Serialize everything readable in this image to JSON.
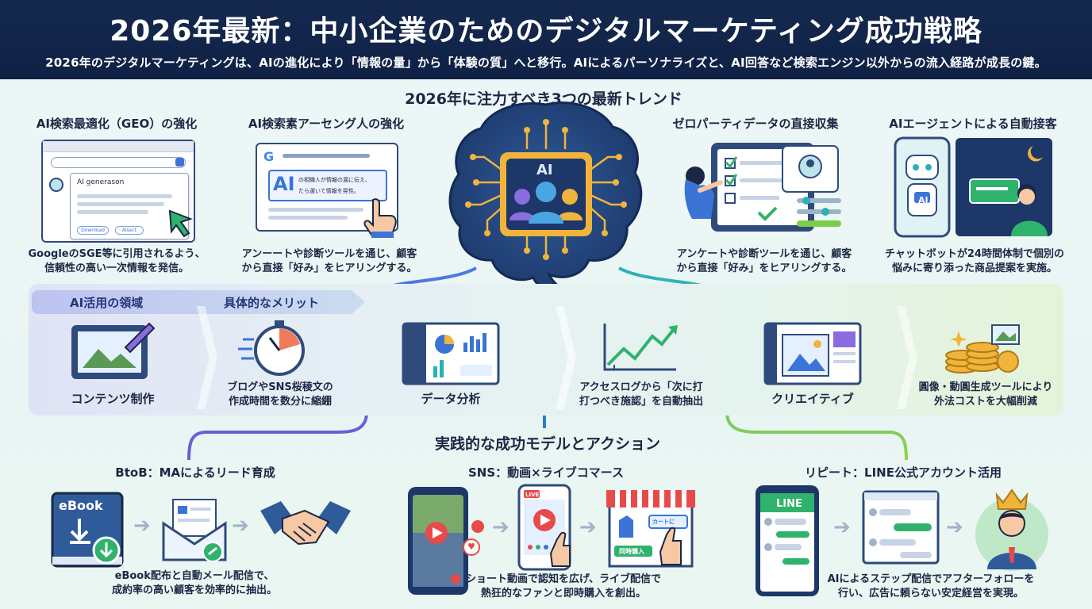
{
  "header": {
    "title": "2026年最新：中小企業のためのデジタルマーケティング成功戦略",
    "subtitle": "2026年のデジタルマーケティングは、AIの進化により「情報の量」から「体験の質」へと移行。AIによるパーソナライズと、AI回答など検索エンジン以外からの流入経路が成長の鍵。"
  },
  "trends": {
    "title": "2026年に注力すべき3つの最新トレンド",
    "items": [
      {
        "label": "AI検索最適化（GEO）の強化",
        "desc1": "GoogleのSGE等に引用されるよう、",
        "desc2": "信頼性の高い一次情報を発信。",
        "ui_text": "AI generason",
        "btn1": "Download",
        "btn2": "Alsect"
      },
      {
        "label": "AI検索素アーセング人の強化",
        "desc1": "アンーートや診断ツールを通じ、顧客",
        "desc2": "から直接「好み」をヒアリングする。",
        "ui_text1": "の相職人が情報の漏に伝え、",
        "ui_text2": "たら選いて情報を晃性。",
        "ai": "AI"
      },
      {
        "label": "ゼロパーティデータの直接収集",
        "desc1": "アンケートや診断ツールを通じ、顧客",
        "desc2": "から直接「好み」をヒアリングする。"
      },
      {
        "label": "AIエージェントによる自動接客",
        "desc1": "チャットボットが24時間体制で個別の",
        "desc2": "悩みに寄り添った商品提案を実施。",
        "ai": "AI"
      }
    ],
    "brain_label": "AI"
  },
  "ai_band": {
    "head_left": "AI活用の領域",
    "head_right": "具体的なメリット",
    "items": [
      {
        "label": "コンテンツ制作"
      },
      {
        "desc1": "ブログやSNS桜稜文の",
        "desc2": "作成時間を数分に縮綳"
      },
      {
        "label": "データ分析"
      },
      {
        "desc1": "アクセスログから「次に打",
        "desc2": "打つべき施認」を自動抽出"
      },
      {
        "label": "クリエイティブ"
      },
      {
        "desc1": "圓像・動圓生成ツールにより",
        "desc2": "外法コストを大幅削減"
      }
    ]
  },
  "models": {
    "title": "実践的な成功モデルとアクション",
    "items": [
      {
        "label": "BtoB：MAによるリード育成",
        "desc1": "eBook配布と自動メール配信で、",
        "desc2": "成約率の高い顧客を効率的に抽出。",
        "ebook": "eBook"
      },
      {
        "label": "SNS：動画×ライブコマース",
        "desc1": "ショート動画で認知を広げ、ライブ配信で",
        "desc2": "熱狂的なファンと即時購入を創出。",
        "live": "LIVE",
        "buy": "同時購入",
        "cart": "カートに"
      },
      {
        "label": "リピート：LINE公式アカウント活用",
        "desc1": "AIによるステップ配信でアフターフォローを",
        "desc2": "行い、広告に頼らない安定経営を実現。",
        "line": "LINE"
      }
    ]
  },
  "colors": {
    "header_bg": "#15294f",
    "navy": "#1b2744",
    "purple": "#6b5bd6",
    "teal": "#2bb0b8",
    "green": "#7ccd4a"
  }
}
